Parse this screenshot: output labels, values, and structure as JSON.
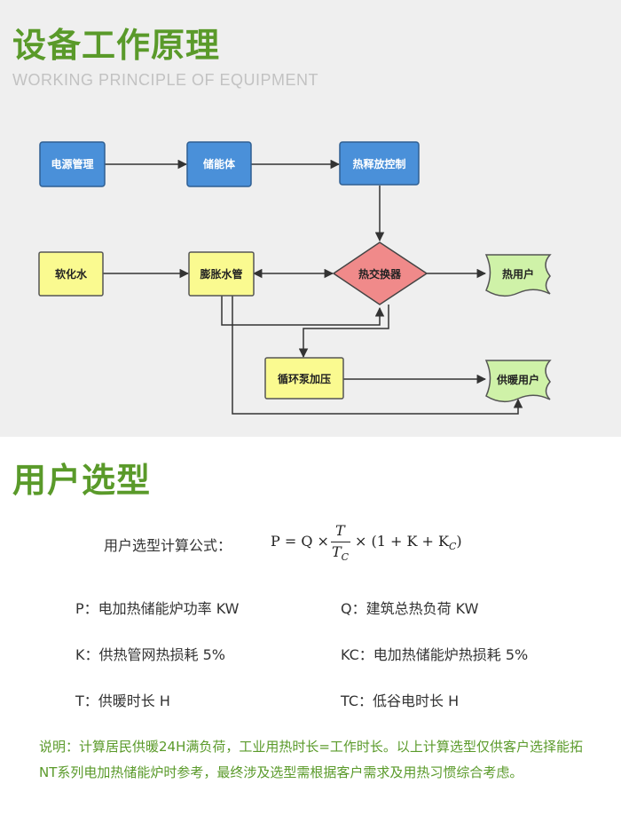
{
  "header": {
    "title": "设备工作原理",
    "subtitle": "WORKING PRINCIPLE OF EQUIPMENT"
  },
  "diagram": {
    "nodes": {
      "power": "电源管理",
      "storage": "储能体",
      "heat_release": "热释放控制",
      "soft_water": "软化水",
      "expansion": "膨胀水管",
      "exchanger": "热交换器",
      "hot_user": "热用户",
      "pump": "循环泵加压",
      "heating_user": "供暖用户"
    },
    "colors": {
      "blue": "#4a90d9",
      "yellow": "#fafa90",
      "red": "#f08a8a",
      "green": "#cff2a8"
    }
  },
  "selection": {
    "title": "用户选型",
    "formula_label": "用户选型计算公式：",
    "formula": {
      "lhs": "P = Q ×",
      "numerator": "T",
      "denominator": "T",
      "denominator_sub": "C",
      "rhs": "× (1 + K + K",
      "rhs_sub": "C",
      "rhs_end": ")"
    },
    "vars": [
      "P：电加热储能炉功率 KW",
      "Q：建筑总热负荷 KW",
      "K：供热管网热损耗 5%",
      "KC：电加热储能炉热损耗 5%",
      "T：供暖时长 H",
      "TC：低谷电时长 H"
    ],
    "note": "说明：计算居民供暖24H满负荷，工业用热时长=工作时长。以上计算选型仅供客户选择能拓NT系列电加热储能炉时参考，最终涉及选型需根据客户需求及用热习惯综合考虑。"
  }
}
